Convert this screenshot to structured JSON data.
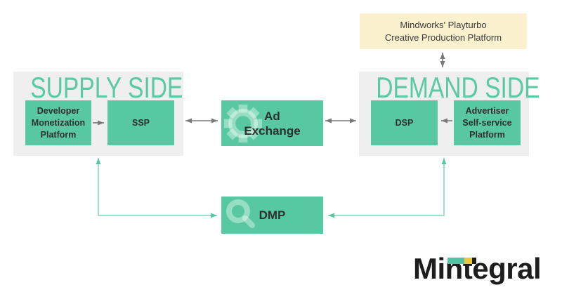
{
  "diagram": {
    "top_box": {
      "line1": "Mindworks' Playturbo",
      "line2": "Creative Production Platform"
    },
    "supply": {
      "title": "SUPPLY SIDE",
      "box1": "Developer Monetization Platform",
      "box2": "SSP"
    },
    "demand": {
      "title": "DEMAND SIDE",
      "box1": "DSP",
      "box2": "Advertiser Self-service Platform"
    },
    "center": {
      "ad_exchange": "Ad Exchange",
      "dmp": "DMP"
    },
    "logo": {
      "text": "Mintegral"
    }
  },
  "icons": {
    "ad_exchange": "gear-icon",
    "dmp": "search-icon"
  },
  "colors": {
    "node_green": "#57c8a1",
    "title_green": "#5bc9a4",
    "panel_gray": "#efefef",
    "top_box_yellow": "#fbf1cf",
    "arrow_gray": "#7a7a7a",
    "green_arrow_line": "#7ed5b7",
    "green_arrow_head": "#58c8a2",
    "label_dark": "#2f2f2f",
    "logo_black": "#1d1d1d",
    "logo_bar_green": "#52c4a3",
    "logo_bar_yellow": "#f0c63f"
  }
}
